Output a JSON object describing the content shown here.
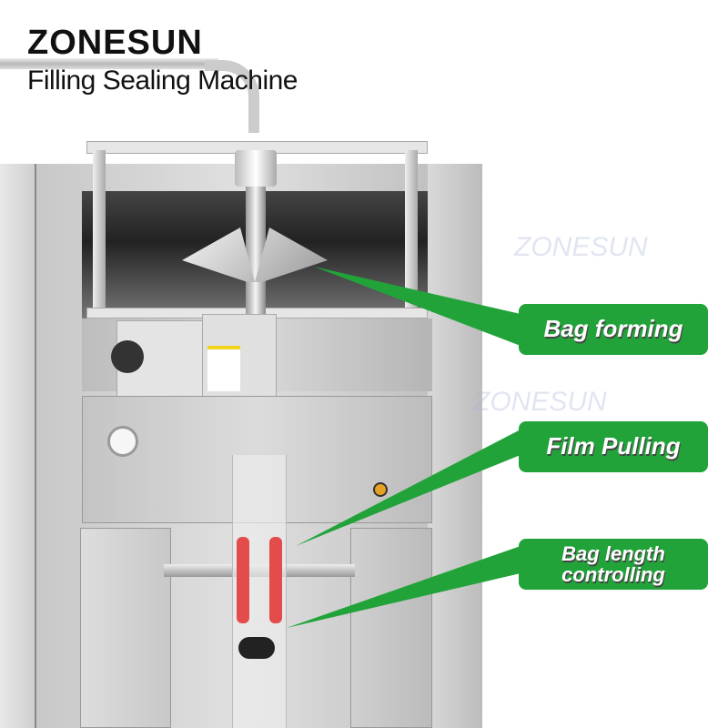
{
  "header": {
    "brand": "ZONESUN",
    "subtitle": "Filling Sealing Machine"
  },
  "labels": [
    {
      "text": "Bag forming"
    },
    {
      "text": "Film Pulling"
    },
    {
      "text": "Bag length controlling",
      "line1": "Bag length",
      "line2": "controlling"
    }
  ],
  "watermark": "ZONESUN",
  "colors": {
    "label_green": "#22a33a"
  }
}
